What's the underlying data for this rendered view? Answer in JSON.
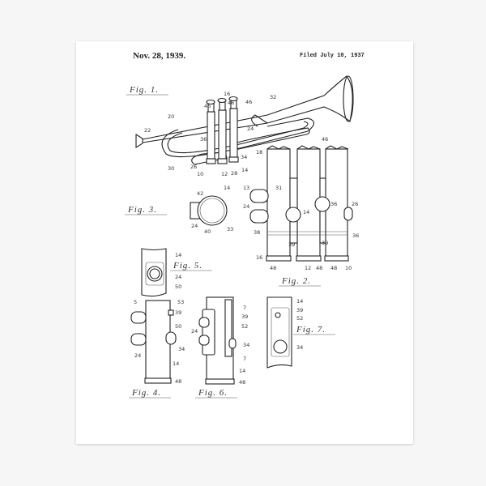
{
  "header": {
    "date": "Nov. 28, 1939.",
    "filed": "Filed July 10, 1937"
  },
  "figures": [
    {
      "id": "fig1",
      "label": "Fig. 1.",
      "numerals": [
        "16",
        "46",
        "46",
        "46",
        "32",
        "20",
        "22",
        "36",
        "24",
        "18",
        "34",
        "30",
        "26",
        "10",
        "12",
        "28",
        "14"
      ]
    },
    {
      "id": "fig2",
      "label": "Fig. 2.",
      "numerals": [
        "46",
        "13",
        "31",
        "24",
        "14",
        "36",
        "26",
        "38",
        "39",
        "39",
        "16",
        "48",
        "12",
        "48",
        "48",
        "10",
        "36"
      ]
    },
    {
      "id": "fig3",
      "label": "Fig. 3.",
      "numerals": [
        "42",
        "14",
        "24",
        "40",
        "33"
      ]
    },
    {
      "id": "fig5",
      "label": "Fig. 5.",
      "numerals": [
        "14",
        "24",
        "50"
      ]
    },
    {
      "id": "fig4",
      "label": "Fig. 4.",
      "numerals": [
        "5",
        "53",
        "39",
        "50",
        "34",
        "24",
        "14",
        "48"
      ]
    },
    {
      "id": "fig6",
      "label": "Fig. 6.",
      "numerals": [
        "7",
        "39",
        "52",
        "24",
        "34",
        "7",
        "14",
        "48"
      ]
    },
    {
      "id": "fig7",
      "label": "Fig. 7.",
      "numerals": [
        "14",
        "39",
        "52",
        "34"
      ]
    }
  ]
}
